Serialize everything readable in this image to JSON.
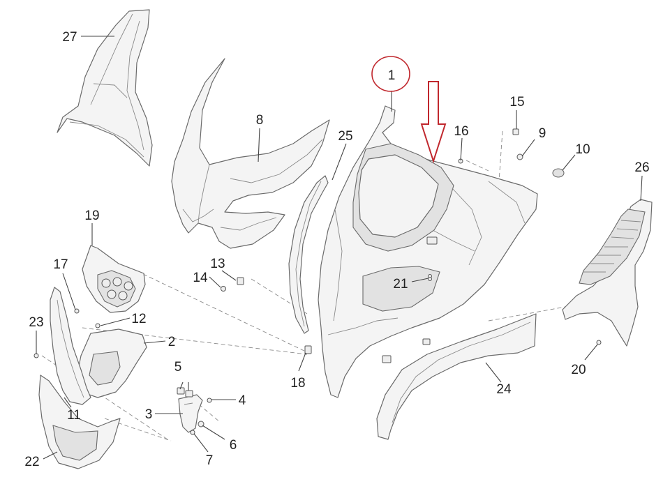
{
  "callouts": [
    {
      "id": "c1",
      "label": "1"
    },
    {
      "id": "c2",
      "label": "2"
    },
    {
      "id": "c3",
      "label": "3"
    },
    {
      "id": "c4",
      "label": "4"
    },
    {
      "id": "c5",
      "label": "5"
    },
    {
      "id": "c6",
      "label": "6"
    },
    {
      "id": "c7",
      "label": "7"
    },
    {
      "id": "c8",
      "label": "8"
    },
    {
      "id": "c9",
      "label": "9"
    },
    {
      "id": "c10",
      "label": "10"
    },
    {
      "id": "c11",
      "label": "11"
    },
    {
      "id": "c12",
      "label": "12"
    },
    {
      "id": "c13",
      "label": "13"
    },
    {
      "id": "c14",
      "label": "14"
    },
    {
      "id": "c15",
      "label": "15"
    },
    {
      "id": "c16",
      "label": "16"
    },
    {
      "id": "c17",
      "label": "17"
    },
    {
      "id": "c18",
      "label": "18"
    },
    {
      "id": "c19",
      "label": "19"
    },
    {
      "id": "c20",
      "label": "20"
    },
    {
      "id": "c21",
      "label": "21"
    },
    {
      "id": "c22",
      "label": "22"
    },
    {
      "id": "c23",
      "label": "23"
    },
    {
      "id": "c24",
      "label": "24"
    },
    {
      "id": "c25",
      "label": "25"
    },
    {
      "id": "c26",
      "label": "26"
    },
    {
      "id": "c27",
      "label": "27"
    }
  ],
  "highlight": {
    "color": "#c0272d",
    "circled_part": "1",
    "arrow_icon": "down-arrow-icon"
  }
}
